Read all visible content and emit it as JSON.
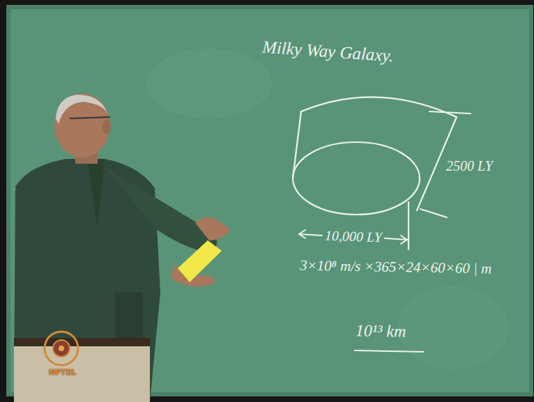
{
  "diagram": {
    "title": "Milky Way Galaxy.",
    "labels": [
      "2500 LY",
      "10,000 LY",
      "3×10⁸ m/s ×365×24×60×60 | m",
      "10¹³ km",
      "NPTEL"
    ]
  }
}
